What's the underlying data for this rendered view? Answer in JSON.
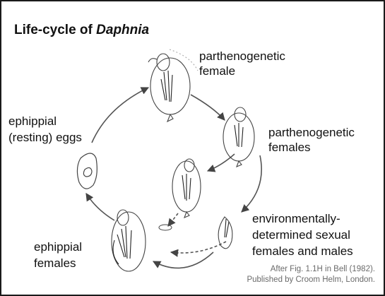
{
  "diagram": {
    "title_prefix": "Life-cycle of ",
    "title_taxon": "Daphnia",
    "stages": {
      "partheno_female": [
        "parthenogenetic",
        "female"
      ],
      "partheno_females": [
        "parthenogenetic",
        "females"
      ],
      "sexual": [
        "environmentally-",
        "determined sexual",
        "females and males"
      ],
      "ephippial_females": [
        "ephippial",
        "females"
      ],
      "resting_eggs": [
        "ephippial",
        "(resting) eggs"
      ]
    },
    "credit": [
      "After Fig. 1.1H in Bell (1982).",
      "Published by Croom Helm, London."
    ]
  }
}
